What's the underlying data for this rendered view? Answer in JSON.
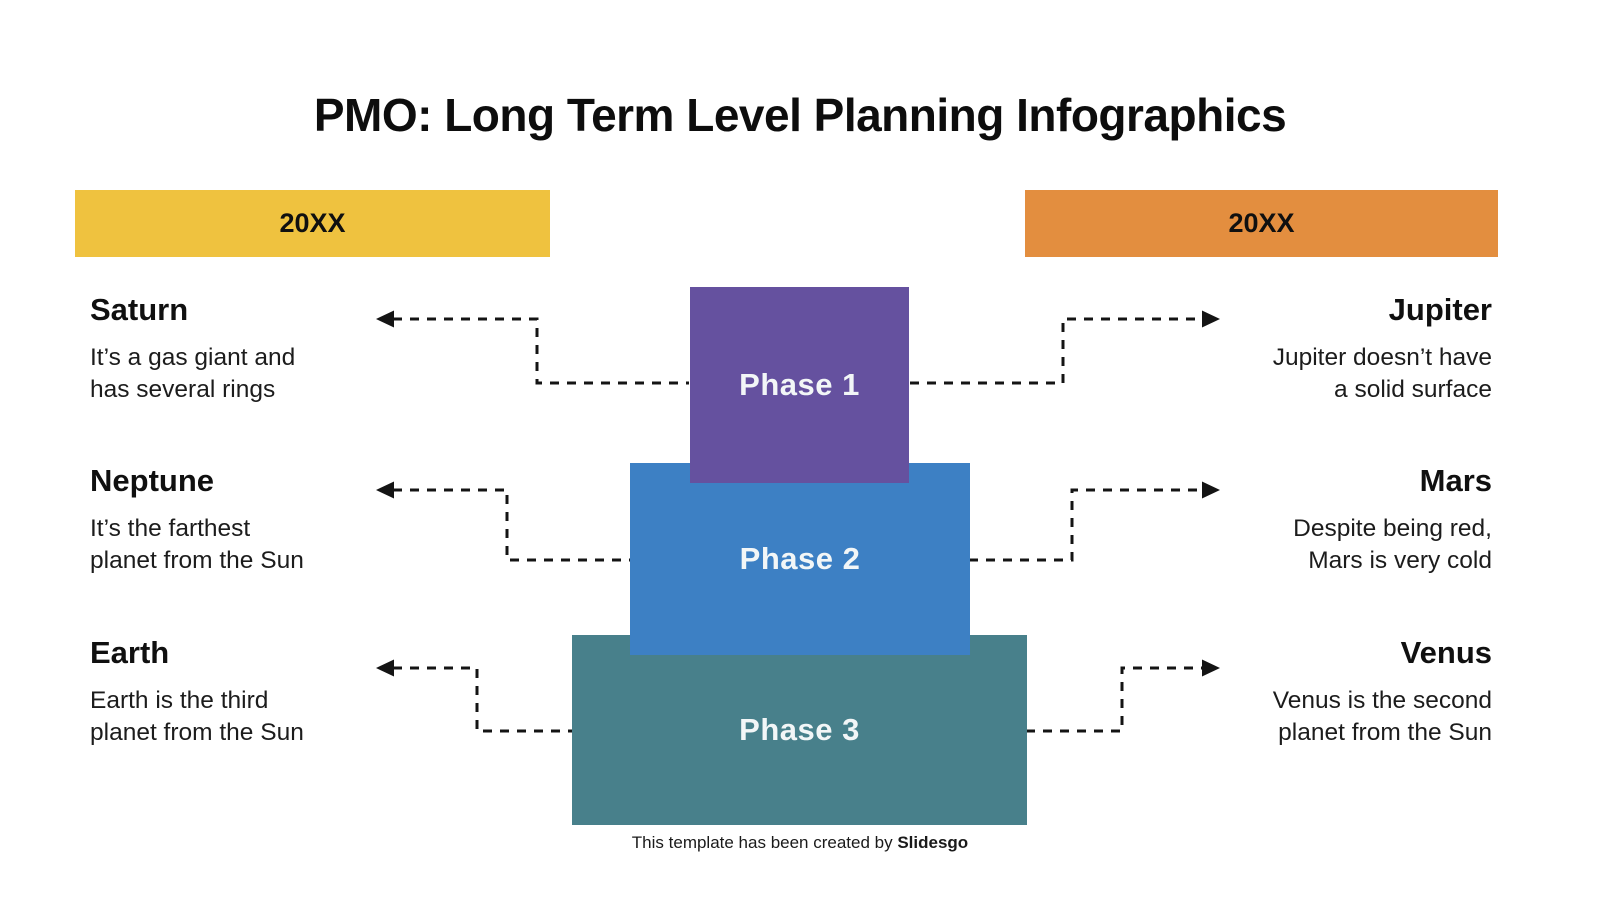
{
  "slide": {
    "title": "PMO: Long Term Level Planning Infographics",
    "footer_text": "This template has been created by ",
    "footer_brand": "Slidesgo"
  },
  "year_bars": [
    {
      "label": "20XX",
      "color": "#EFC23F"
    },
    {
      "label": "20XX",
      "color": "#E38E3F"
    }
  ],
  "phases": [
    {
      "label": "Phase 1",
      "color": "#65519F"
    },
    {
      "label": "Phase 2",
      "color": "#3D80C4"
    },
    {
      "label": "Phase 3",
      "color": "#48808B"
    }
  ],
  "left_items": [
    {
      "name": "Saturn",
      "desc1": "It’s a gas giant and",
      "desc2": "has several rings"
    },
    {
      "name": "Neptune",
      "desc1": "It’s the farthest",
      "desc2": "planet from the Sun"
    },
    {
      "name": "Earth",
      "desc1": "Earth is the third",
      "desc2": "planet from the Sun"
    }
  ],
  "right_items": [
    {
      "name": "Jupiter",
      "desc1": "Jupiter doesn’t have",
      "desc2": "a solid surface"
    },
    {
      "name": "Mars",
      "desc1": "Despite being red,",
      "desc2": "Mars is very cold"
    },
    {
      "name": "Venus",
      "desc1": "Venus is the second",
      "desc2": "planet from the Sun"
    }
  ],
  "connector_color": "#141414"
}
